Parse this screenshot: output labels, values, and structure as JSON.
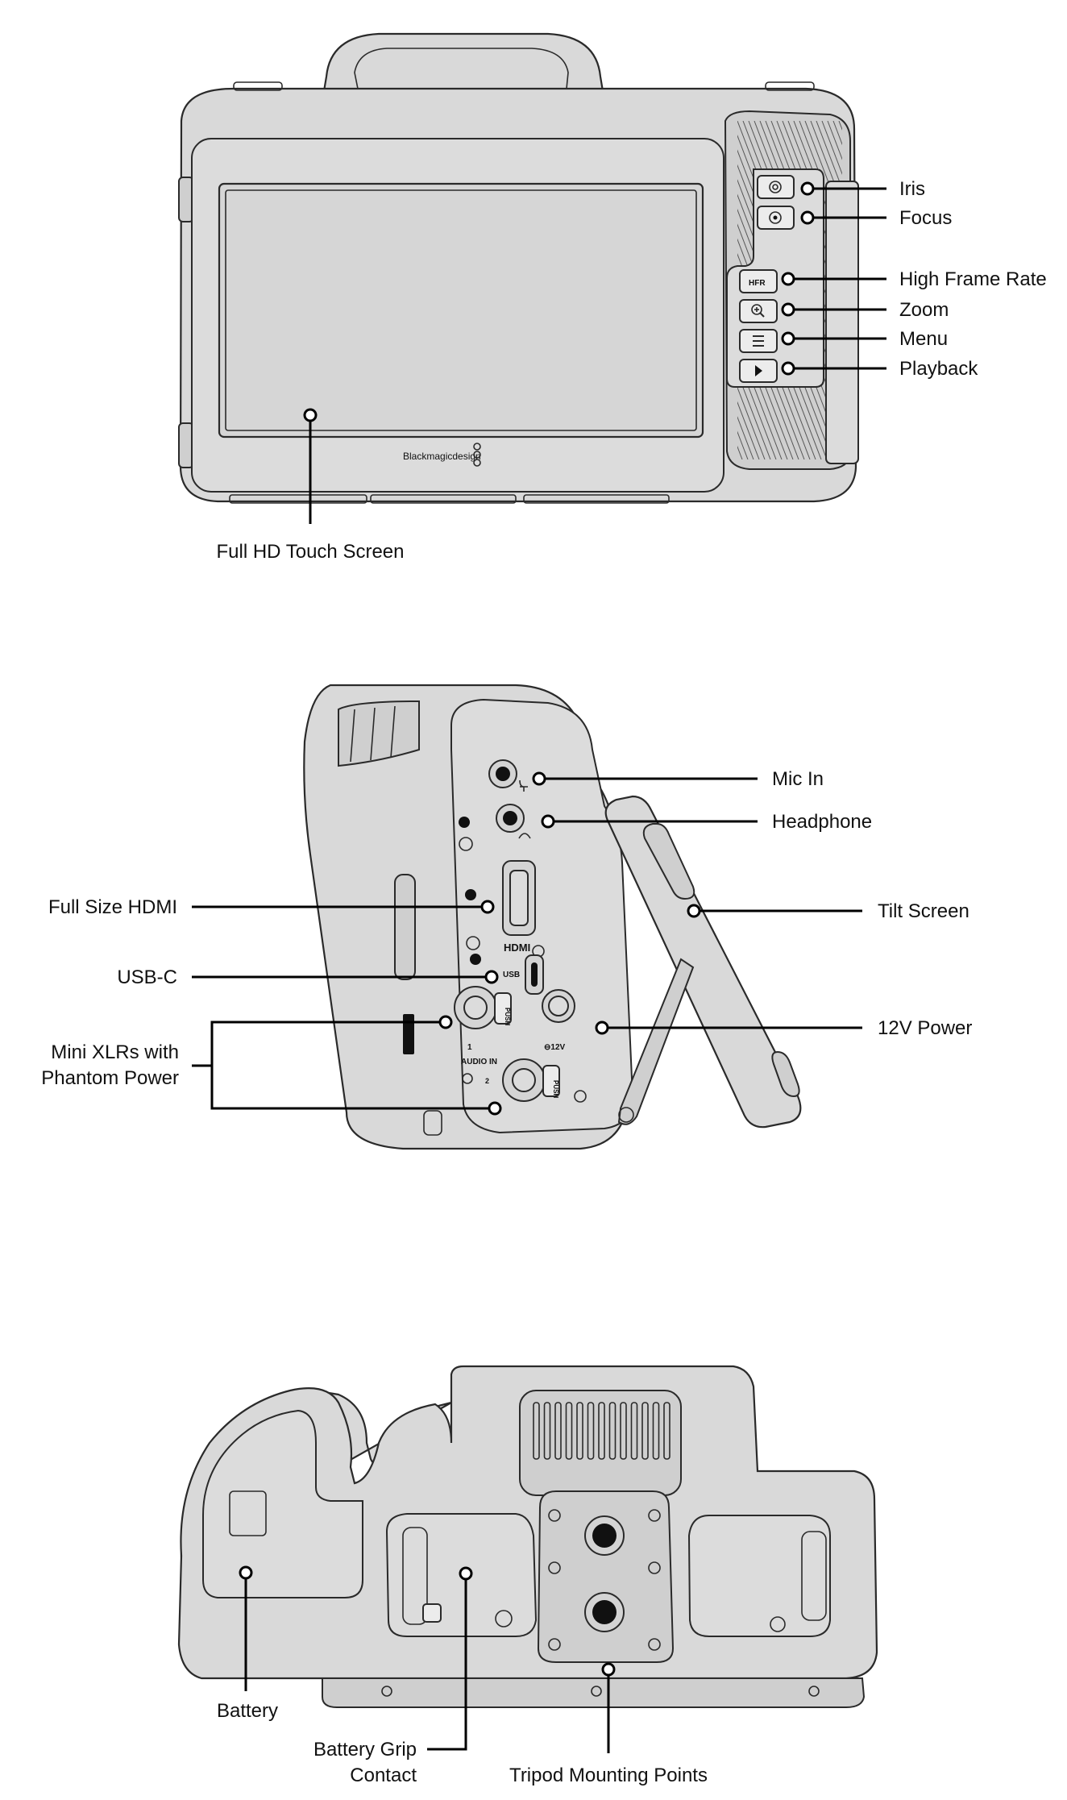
{
  "views": {
    "back": {
      "labels": {
        "iris": "Iris",
        "focus": "Focus",
        "high_frame_rate": "High Frame Rate",
        "zoom": "Zoom",
        "menu": "Menu",
        "playback": "Playback",
        "touch_screen": "Full HD Touch Screen"
      },
      "brand": "Blackmagicdesign",
      "button_text": {
        "hfr": "HFR"
      }
    },
    "side": {
      "labels": {
        "mic_in": "Mic In",
        "headphone": "Headphone",
        "hdmi": "Full Size HDMI",
        "tilt_screen": "Tilt Screen",
        "usb_c": "USB-C",
        "power_12v": "12V Power",
        "mini_xlr_line1": "Mini XLRs with",
        "mini_xlr_line2": "Phantom Power"
      },
      "port_text": {
        "hdmi": "HDMI",
        "usb": "USB",
        "power": "⊖12V",
        "audio_in": "AUDIO IN",
        "push": "PUSH",
        "ch1": "1",
        "ch2": "2"
      }
    },
    "bottom": {
      "labels": {
        "battery": "Battery",
        "grip_contact_line1": "Battery Grip",
        "grip_contact_line2": "Contact",
        "tripod": "Tripod Mounting Points"
      }
    }
  }
}
